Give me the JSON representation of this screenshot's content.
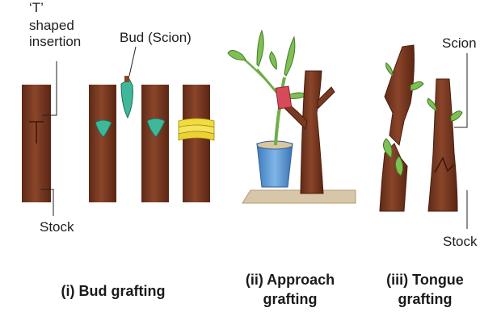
{
  "labels": {
    "t_line1": "‘T’",
    "t_line2": "shaped",
    "t_line3": "insertion",
    "bud_scion": "Bud (Scion)",
    "stock_left": "Stock",
    "scion_right": "Scion",
    "stock_right": "Stock"
  },
  "captions": {
    "bud": "(i) Bud grafting",
    "approach_line1": "(ii) Approach",
    "approach_line2": "grafting",
    "tongue_line1": "(iii) Tongue",
    "tongue_line2": "grafting"
  },
  "colors": {
    "stem": "#7a3a22",
    "stem_light": "#a25a38",
    "leaf": "#7fbf55",
    "pot": "#5b9bd5",
    "tape_yellow": "#f0dc3c",
    "tape_red": "#d84a5a"
  }
}
